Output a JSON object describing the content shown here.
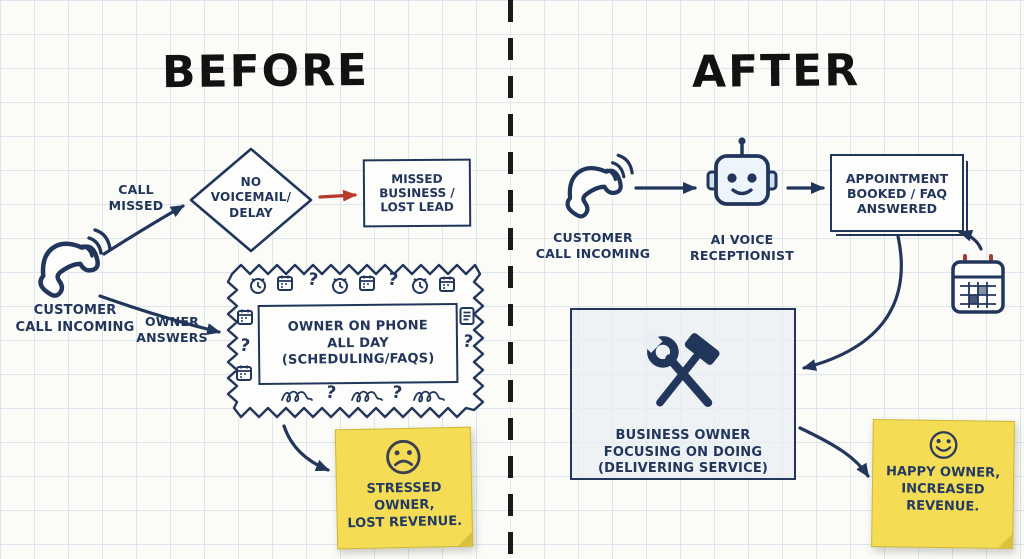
{
  "meta": {
    "type": "hand-drawn before/after flowchart",
    "colors": {
      "ink": "#22365c",
      "red_arrow": "#b9392c",
      "sticky_yellow": "#f4dd55",
      "grid_line": "#dde5ed",
      "paper": "#fbfbf7",
      "divider": "#191919"
    }
  },
  "glyphs": {
    "question": "?"
  },
  "before": {
    "title": "BEFORE",
    "customer_call": "CUSTOMER\nCALL INCOMING",
    "call_missed": "CALL\nMISSED",
    "owner_answers": "OWNER\nANSWERS",
    "no_voicemail": "NO\nVOICEMAIL/\nDELAY",
    "missed_business": "MISSED\nBUSINESS /\nLOST LEAD",
    "owner_on_phone": "OWNER ON PHONE\nALL DAY\n(SCHEDULING/FAQS)",
    "sticky_note": "STRESSED OWNER,\nLOST REVENUE."
  },
  "after": {
    "title": "AFTER",
    "customer_call": "CUSTOMER\nCALL INCOMING",
    "ai_voice": "AI VOICE\nRECEPTIONIST",
    "appointment": "APPOINTMENT\nBOOKED / FAQ\nANSWERED",
    "business_owner": "BUSINESS OWNER\nFOCUSING ON DOING\n(DELIVERING SERVICE)",
    "sticky_note": "HAPPY OWNER,\nINCREASED\nREVENUE."
  },
  "icons": [
    "phone-icon",
    "robot-icon",
    "calendar-icon",
    "wrench-hammer-icon",
    "sad-face-icon",
    "happy-face-icon",
    "alarm-clock-icon",
    "mini-calendar-icon",
    "note-icon",
    "scribble-icon"
  ]
}
